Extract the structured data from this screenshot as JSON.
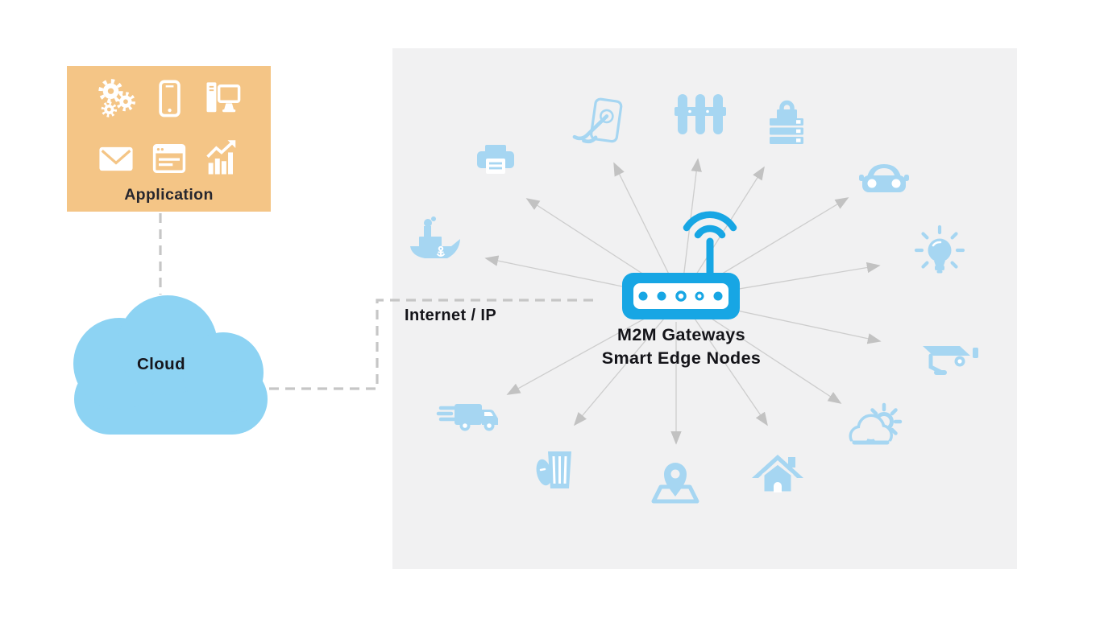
{
  "title": "IoT M2M gateway architecture diagram",
  "application": {
    "label": "Application",
    "bg_color": "#F4C586",
    "icon_color": "#FFFFFF",
    "icons": [
      "gears-icon",
      "smartphone-icon",
      "desktop-computer-icon",
      "envelope-icon",
      "browser-window-icon",
      "bar-chart-icon"
    ]
  },
  "cloud": {
    "label": "Cloud",
    "color": "#8DD3F3"
  },
  "link": {
    "label": "Internet / IP",
    "style": "dashed",
    "color": "#C6C6C6"
  },
  "gateway": {
    "line1": "M2M Gateways",
    "line2": "Smart Edge Nodes",
    "color": "#17A6E4",
    "icon": "wifi-router-icon"
  },
  "panel": {
    "bg_color": "#F1F1F2",
    "arrow_color": "#C6C6C6"
  },
  "devices": {
    "icon_color": "#A6D6F2",
    "items": [
      "printer",
      "touchscreen-tablet",
      "fence",
      "server-lock",
      "car",
      "smart-bulb",
      "cctv-camera",
      "weather",
      "smart-home",
      "location-pin",
      "trash-bin",
      "delivery-truck",
      "ship"
    ]
  }
}
